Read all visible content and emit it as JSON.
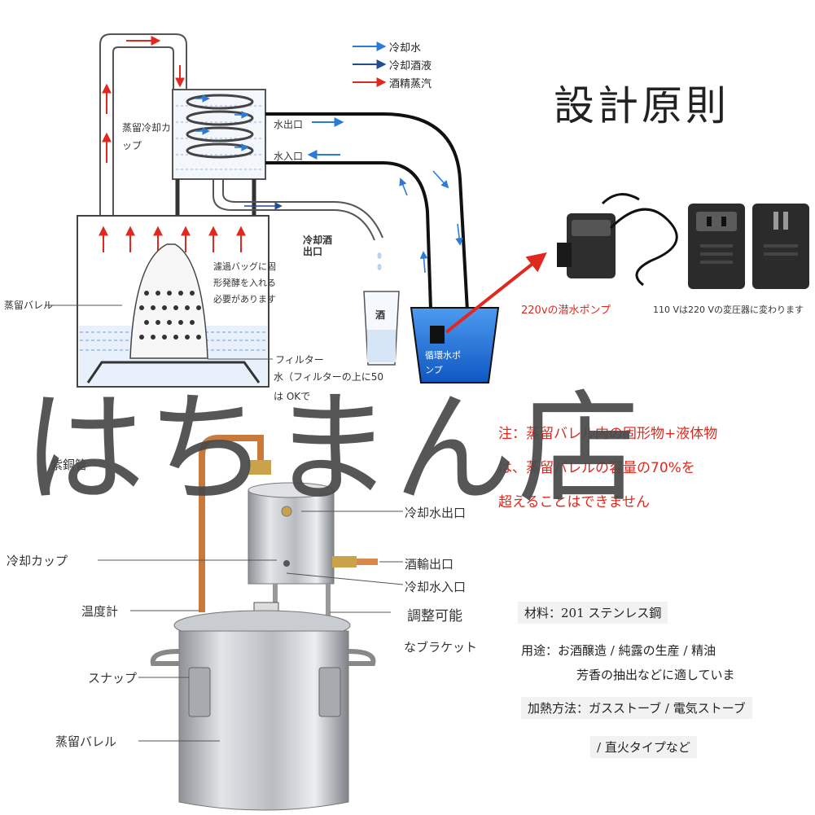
{
  "legend": {
    "cool_water": "冷却水",
    "cool_liquor": "冷却酒液",
    "alcohol_vapor": "酒精蒸汽"
  },
  "heading": "設計原則",
  "diagram": {
    "cooling_cup": "蒸留冷却カップ",
    "water_outlet": "水出口",
    "water_inlet": "水入口",
    "liquor_outlet": "冷却酒出口",
    "barrel": "蒸留バレル",
    "filter_bag_note": "濾過バッグに固形発酵を入れる必要があります",
    "filter": "フィルター",
    "water_note": "水（フィルターの上に50",
    "ok_note": "は OKで",
    "glass": "酒",
    "pump": "循環水ポンプ"
  },
  "pump_caption": "220vの潜水ポンプ",
  "transformer_caption": "110 Vは220 Vの変圧器に変わります",
  "watermark": "はちまん店",
  "warning": {
    "line1": "注：蒸留バレル内の固形物+液体物",
    "line2": "は、蒸留バレルの容量の70%を",
    "line3": "超えることはできません"
  },
  "photo_labels": {
    "copper_pipe": "紫銅管",
    "cool_water_out": "冷却水出口",
    "cooling_cup": "冷却カップ",
    "liquor_out": "酒輸出口",
    "cool_water_in": "冷却水入口",
    "thermometer": "温度計",
    "bracket_1": "調整可能",
    "bracket_2": "なブラケット",
    "snap": "スナップ",
    "barrel": "蒸留バレル"
  },
  "specs": {
    "material": "材料：201 ステンレス鋼",
    "usage_1": "用途：お酒醸造 / 純露の生産 / 精油",
    "usage_2": "芳香の抽出などに適していま",
    "heating_1": "加熱方法：ガスストーブ / 電気ストーブ",
    "heating_2": "/ 直火タイプなど"
  },
  "colors": {
    "cool_water_arrow": "#2a7bd8",
    "cool_liquor_arrow": "#1e4f8f",
    "vapor_arrow": "#e0281e",
    "pump_water": "#1f6fd6",
    "steel": "#c9ccd0",
    "copper": "#d98a4a"
  }
}
